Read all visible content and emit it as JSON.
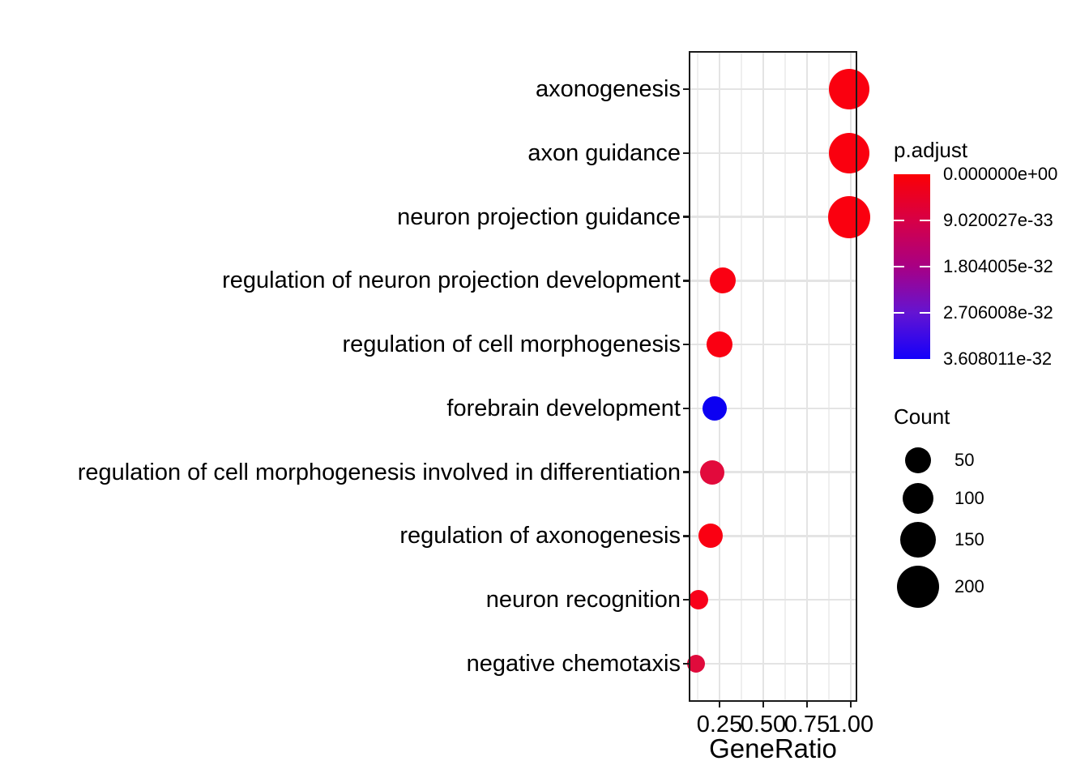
{
  "colors": {
    "background": "#FFFFFF",
    "grid_major": "#E4E4E4",
    "grid_minor": "#EFEFEF",
    "panel_border": "#1A1A1A",
    "axis": "#1A1A1A",
    "text": "#000000",
    "legend_tick": "#FFFFFF"
  },
  "chart_data": {
    "type": "scatter",
    "subtype": "enrichment-dotplot",
    "title": "",
    "xlabel": "GeneRatio",
    "ylabel": "",
    "grid": true,
    "xlim": [
      0.0741,
      1.0372
    ],
    "x_ticks": [
      "0.25",
      "0.50",
      "0.75",
      "1.00"
    ],
    "x_tick_values": [
      0.25,
      0.5,
      0.75,
      1.0
    ],
    "x_minor_values": [
      0.125,
      0.375,
      0.625,
      0.875
    ],
    "categories": [
      "axonogenesis",
      "axon guidance",
      "neuron projection guidance",
      "regulation of neuron projection development",
      "regulation of cell morphogenesis",
      "forebrain development",
      "regulation of cell morphogenesis involved in differentiation",
      "regulation of axonogenesis",
      "neuron recognition",
      "negative chemotaxis"
    ],
    "points": [
      {
        "category": "axonogenesis",
        "gene_ratio": 0.99,
        "count_approx": 185,
        "radius_px": 25,
        "color": "#FA000F"
      },
      {
        "category": "axon guidance",
        "gene_ratio": 0.99,
        "count_approx": 185,
        "radius_px": 25,
        "color": "#FA000F"
      },
      {
        "category": "neuron projection guidance",
        "gene_ratio": 0.99,
        "count_approx": 195,
        "radius_px": 26,
        "color": "#FA000F"
      },
      {
        "category": "regulation of neuron projection development",
        "gene_ratio": 0.268,
        "count_approx": 58,
        "radius_px": 16,
        "color": "#FA0012"
      },
      {
        "category": "regulation of cell morphogenesis",
        "gene_ratio": 0.25,
        "count_approx": 53,
        "radius_px": 16,
        "color": "#FA0012"
      },
      {
        "category": "forebrain development",
        "gene_ratio": 0.222,
        "count_approx": 45,
        "radius_px": 15,
        "color": "#0C00F2"
      },
      {
        "category": "regulation of cell morphogenesis involved in differentiation",
        "gene_ratio": 0.208,
        "count_approx": 45,
        "radius_px": 15,
        "color": "#E20A3C"
      },
      {
        "category": "regulation of axonogenesis",
        "gene_ratio": 0.199,
        "count_approx": 44,
        "radius_px": 15,
        "color": "#FA0012"
      },
      {
        "category": "neuron recognition",
        "gene_ratio": 0.13,
        "count_approx": 22,
        "radius_px": 12,
        "color": "#F8001A"
      },
      {
        "category": "negative chemotaxis",
        "gene_ratio": 0.118,
        "count_approx": 14,
        "radius_px": 11,
        "color": "#E00B3C"
      }
    ],
    "legend_color": {
      "title": "p.adjust",
      "orientation": "vertical",
      "tick_labels": [
        "0.000000e+00",
        "9.020027e-33",
        "1.804005e-32",
        "2.706008e-32",
        "3.608011e-32"
      ],
      "gradient_stops": [
        "#FB0005",
        "#D70046",
        "#A80084",
        "#6414D2",
        "#1400FA"
      ]
    },
    "legend_size": {
      "title": "Count",
      "color": "#000000",
      "entries": [
        {
          "label": "50",
          "radius_px": 16
        },
        {
          "label": "100",
          "radius_px": 19
        },
        {
          "label": "150",
          "radius_px": 22
        },
        {
          "label": "200",
          "radius_px": 26
        }
      ]
    }
  }
}
